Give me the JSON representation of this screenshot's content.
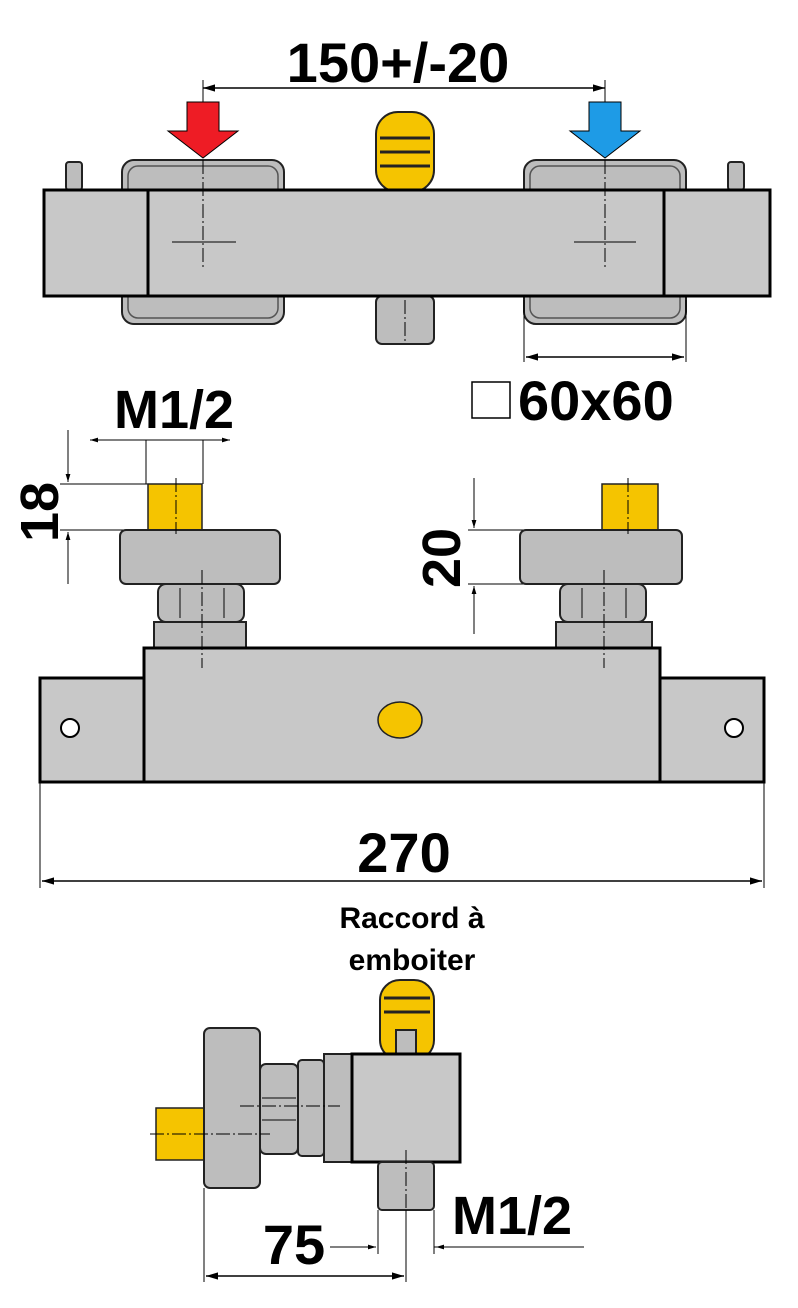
{
  "dimensions": {
    "inlet_spacing": "150+/-20",
    "square_size": "60x60",
    "thread_top": "M1/2",
    "thread_depth": "18",
    "nut_offset": "20",
    "total_length": "270",
    "depth": "75",
    "thread_bottom": "M1/2"
  },
  "labels": {
    "fitting_line1": "Raccord à",
    "fitting_line2": "emboiter"
  },
  "colors": {
    "hot": "#ee1c25",
    "cold": "#1e9be6",
    "brass": "#f5c400",
    "body": "#c8c8c8",
    "part": "#bdbdbd"
  },
  "icons": {
    "hot_arrow": "arrow-down-red-icon",
    "cold_arrow": "arrow-down-blue-icon",
    "square_symbol": "square-outline-icon"
  }
}
